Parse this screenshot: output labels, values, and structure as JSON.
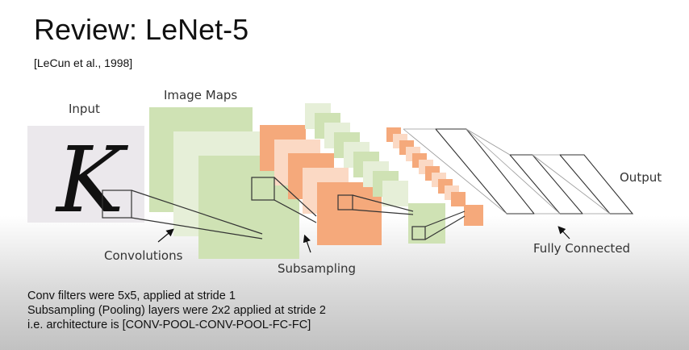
{
  "slide": {
    "title": "Review: LeNet-5",
    "citation": "[LeCun et al., 1998]"
  },
  "diagram": {
    "labels": {
      "input": "Input",
      "image_maps": "Image Maps",
      "convolutions": "Convolutions",
      "subsampling": "Subsampling",
      "fully_connected": "Fully Connected",
      "output": "Output"
    },
    "input_glyph": "K",
    "colors": {
      "input_bg": "#ebe8ec",
      "conv_green": "#cfe2b4",
      "conv_green_light": "#e6efd8",
      "pool_orange": "#f5a97b",
      "pool_orange_light": "#fbd9c4",
      "line": "#333333"
    }
  },
  "notes": [
    "Conv filters were 5x5, applied at stride 1",
    "Subsampling (Pooling) layers were 2x2 applied at stride 2",
    "i.e. architecture is [CONV-POOL-CONV-POOL-FC-FC]"
  ]
}
